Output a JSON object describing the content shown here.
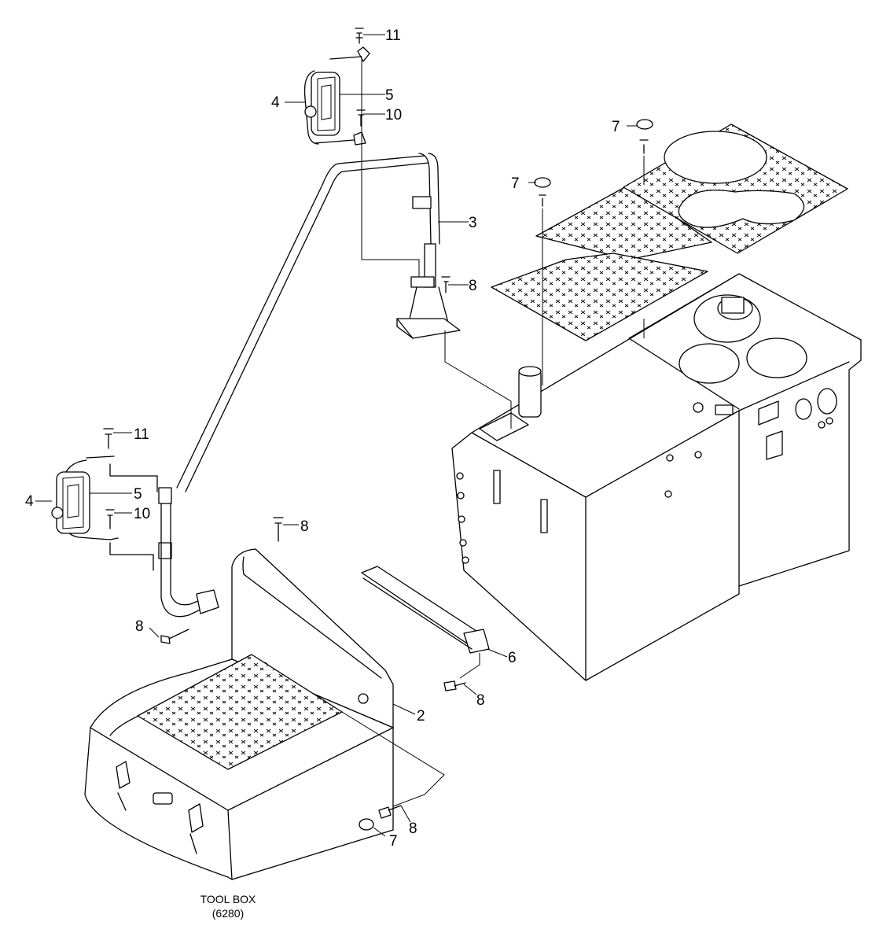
{
  "callouts": {
    "c11a": "11",
    "c5a": "5",
    "c4a": "4",
    "c10a": "10",
    "c3": "3",
    "c8a": "8",
    "c7a": "7",
    "c7b": "7",
    "c11b": "11",
    "c5b": "5",
    "c4b": "4",
    "c10b": "10",
    "c8b": "8",
    "c8c": "8",
    "c6": "6",
    "c8d": "8",
    "c2": "2",
    "c8e": "8",
    "c7c": "7"
  },
  "caption": {
    "line1": "TOOL BOX",
    "line2": "(6280)"
  },
  "colors": {
    "line": "#000000",
    "background": "#ffffff"
  }
}
